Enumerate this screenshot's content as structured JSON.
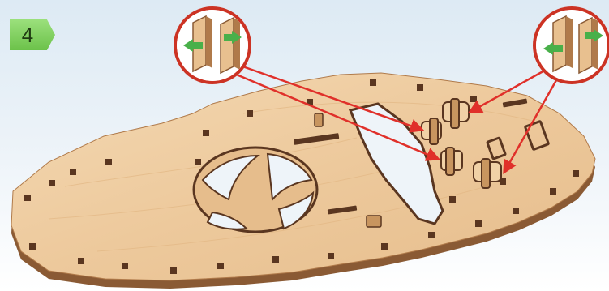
{
  "step": {
    "number": "4"
  },
  "colors": {
    "wood_face": "#efcfa4",
    "wood_edge": "#8a5a34",
    "wood_dark": "#5a3620",
    "arrow": "#e0302a",
    "callout_ring": "#cc3324",
    "badge": "#7ccc57"
  },
  "callouts": [
    {
      "name": "callout-left",
      "icon": "spacer-piece-with-green-arrows-icon"
    },
    {
      "name": "callout-right",
      "icon": "spacer-piece-with-green-arrows-icon"
    }
  ]
}
